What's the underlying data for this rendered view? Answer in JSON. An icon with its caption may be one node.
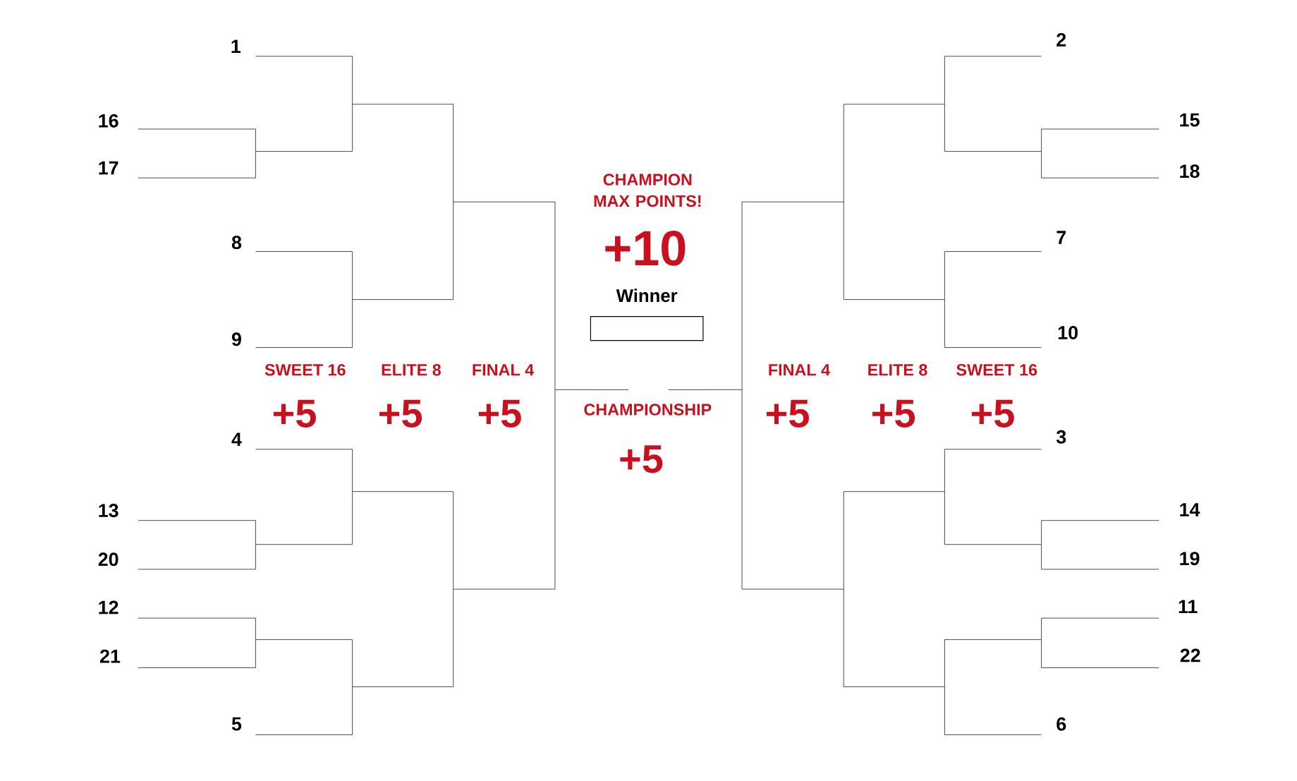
{
  "diagram": {
    "nodes": [
      {
        "text": [
          "Winner"
        ]
      }
    ],
    "labels": [
      "1",
      "2",
      "16",
      "15",
      "17",
      "18",
      "CHAMPION MAX POINTS!",
      "8",
      "7",
      "+10",
      "10",
      "9",
      "SWEET 16",
      "ELITE 8",
      "FINAL 4",
      "FINAL 4",
      "ELITE 8",
      "SWEET 16",
      "CHAMPIONSHIP",
      "+5",
      "+5",
      "+5",
      "+5",
      "+5",
      "+5",
      "4",
      "3",
      "+5",
      "13",
      "14",
      "20",
      "19",
      "12",
      "11",
      "21",
      "22",
      "5",
      "6"
    ]
  }
}
